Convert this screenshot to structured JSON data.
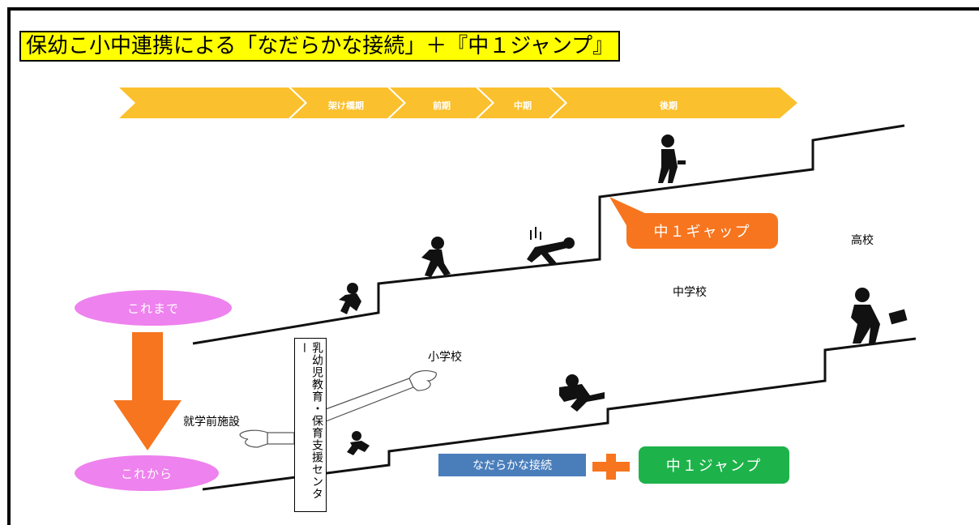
{
  "title": "保幼こ小中連携による「なだらかな接続」＋『中１ジャンプ』",
  "stages": [
    "架け橋期",
    "前期",
    "中期",
    "後期"
  ],
  "labels": {
    "koukou": "高校",
    "chugakkou": "中学校",
    "shougakkou": "小学校",
    "shugakumae": "就学前施設"
  },
  "before_label": "これまで",
  "after_label": "これから",
  "gap_label": "中１ギャップ",
  "smooth_label": "なだらかな接続",
  "plus": "＋",
  "jump_label": "中１ジャンプ",
  "center_label": "乳幼児教育・保育支援センター",
  "colors": {
    "stage_arrow": "#fbc02d",
    "gap": "#f7751e",
    "smooth": "#4a7ebb",
    "jump": "#1db34a",
    "pill": "#ee82ee",
    "down_arrow": "#f7751e",
    "title_bg": "#ffff00"
  }
}
